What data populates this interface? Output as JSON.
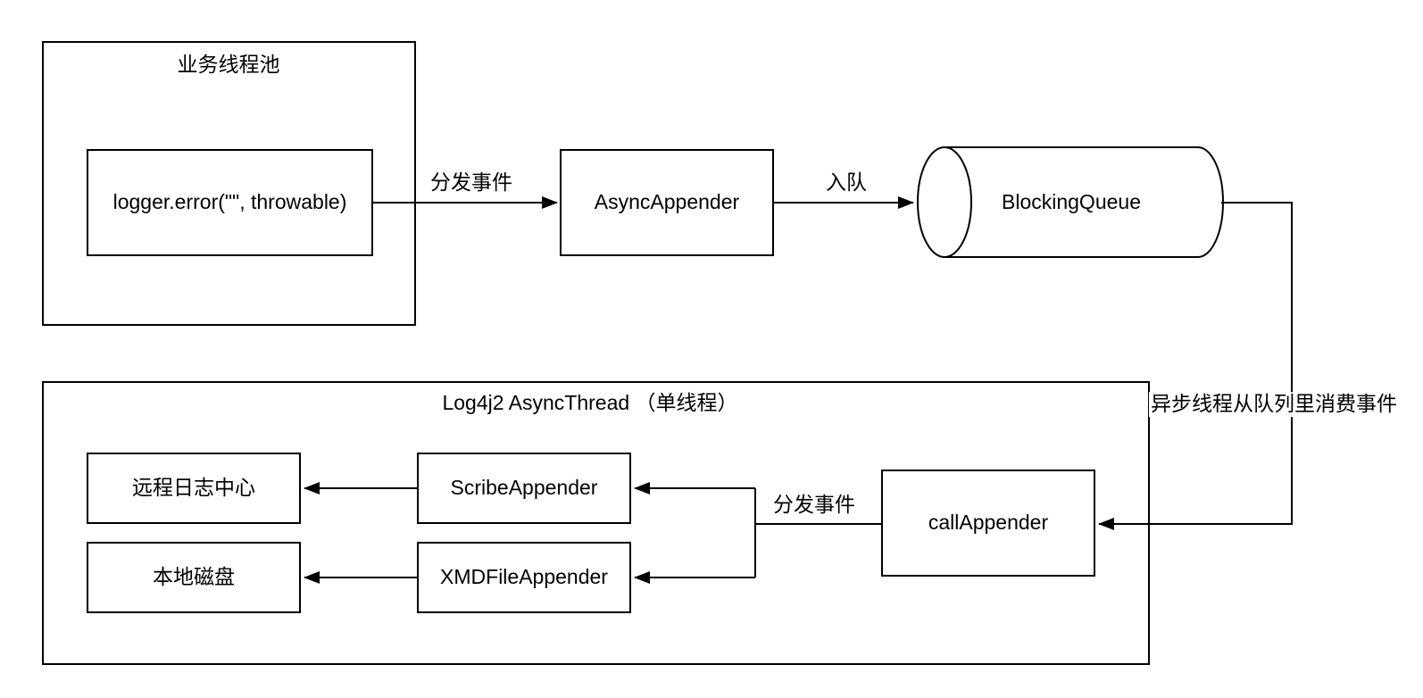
{
  "diagram": {
    "background_color": "#ffffff",
    "line_color": "#000000",
    "nodes": {
      "business_thread_pool": {
        "label": "业务线程池"
      },
      "logger_error_call": {
        "label": "logger.error(\"\", throwable)"
      },
      "async_appender": {
        "label": "AsyncAppender"
      },
      "blocking_queue": {
        "label": "BlockingQueue"
      },
      "log4j2_async_thread": {
        "label": "Log4j2 AsyncThread （单线程）"
      },
      "remote_log_center": {
        "label": "远程日志中心"
      },
      "scribe_appender": {
        "label": "ScribeAppender"
      },
      "xmd_file_appender": {
        "label": "XMDFileAppender"
      },
      "local_disk": {
        "label": "本地磁盘"
      },
      "call_appender": {
        "label": "callAppender"
      }
    },
    "edge_labels": {
      "dispatch_event_top": "分发事件",
      "enqueue": "入队",
      "consume_from_queue": "异步线程从队列里消费事件",
      "dispatch_event_bottom": "分发事件"
    }
  }
}
